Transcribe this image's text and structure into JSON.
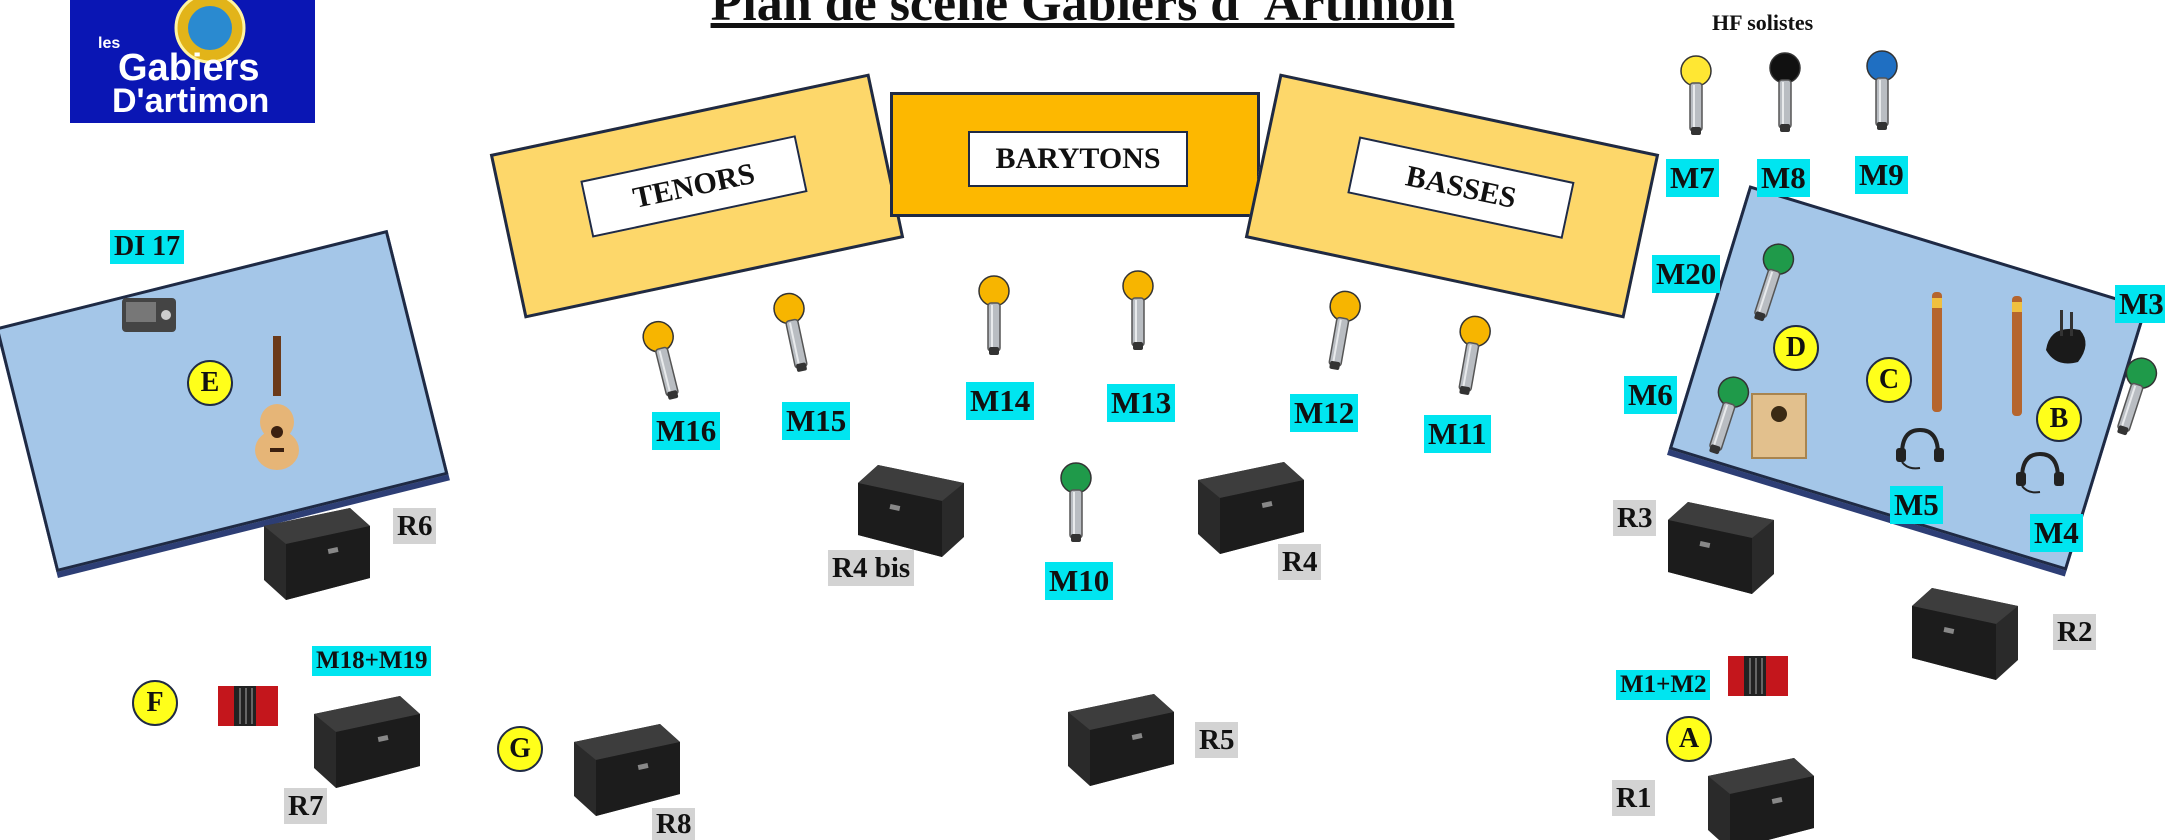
{
  "title": "Plan de scène Gabiers d' Artimon",
  "logo": {
    "line1": "les",
    "line2": "Gabiers",
    "line3": "D'artimon"
  },
  "hf_title": "HF solistes",
  "sections": {
    "tenors": "TENORS",
    "barytons": "BARYTONS",
    "basses": "BASSES"
  },
  "zones": [
    "E",
    "D",
    "C",
    "B",
    "F",
    "G",
    "A"
  ],
  "mics": [
    "M16",
    "M15",
    "M14",
    "M13",
    "M12",
    "M11",
    "M10",
    "M7",
    "M8",
    "M9",
    "M20",
    "M6",
    "M5",
    "M4",
    "M3",
    "M1+M2",
    "M18+M19",
    "DI 17"
  ],
  "monitors": [
    "R6",
    "R4 bis",
    "R4",
    "R3",
    "R2",
    "R5",
    "R1",
    "R7",
    "R8"
  ],
  "colors": {
    "yellow_mic": "#f7b500",
    "green_mic": "#1f9a4a",
    "black_mic": "#111111",
    "blue_mic": "#1f6fc2",
    "label_cyan": "#00e5f0",
    "label_grey": "#d3d3d3",
    "zone_blue": "#a4c6e8"
  }
}
